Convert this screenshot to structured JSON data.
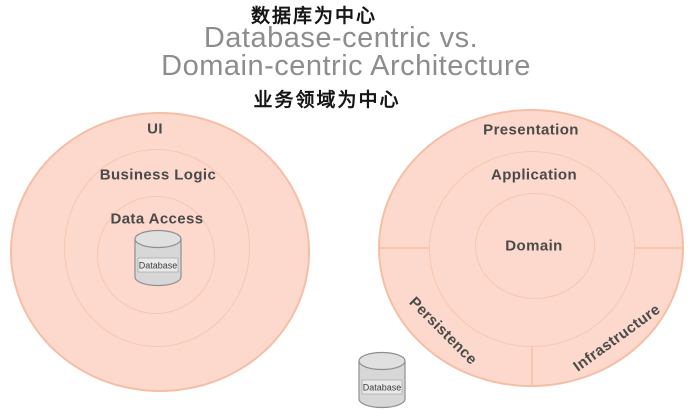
{
  "header": {
    "subtitle_top": "数据库为中心",
    "title_line1": "Database-centric vs.",
    "title_line2": "Domain-centric Architecture",
    "subtitle_bottom": "业务领域为中心"
  },
  "left_diagram": {
    "concept": "Database-centric",
    "rings": [
      "UI",
      "Business Logic",
      "Data Access"
    ],
    "database_label": "Database"
  },
  "right_diagram": {
    "concept": "Domain-centric",
    "rings": [
      "Presentation",
      "Application",
      "Domain"
    ],
    "outer_sectors": [
      "Persistence",
      "Infrastructure"
    ],
    "database_label": "Database"
  },
  "colors": {
    "circle_fill": "#fcd9cc",
    "circle_border": "#f5bfa7",
    "ring_line": "#f7c6b1",
    "title_color": "#8d8d8d",
    "label_color": "#4a4a4a",
    "text_black": "#161616",
    "cylinder_fill": "#d7d7d7",
    "cylinder_top_fill": "#e0e0e0",
    "cylinder_stroke": "#8f8f8f",
    "cylinder_label_bg": "#e9e9e9"
  }
}
